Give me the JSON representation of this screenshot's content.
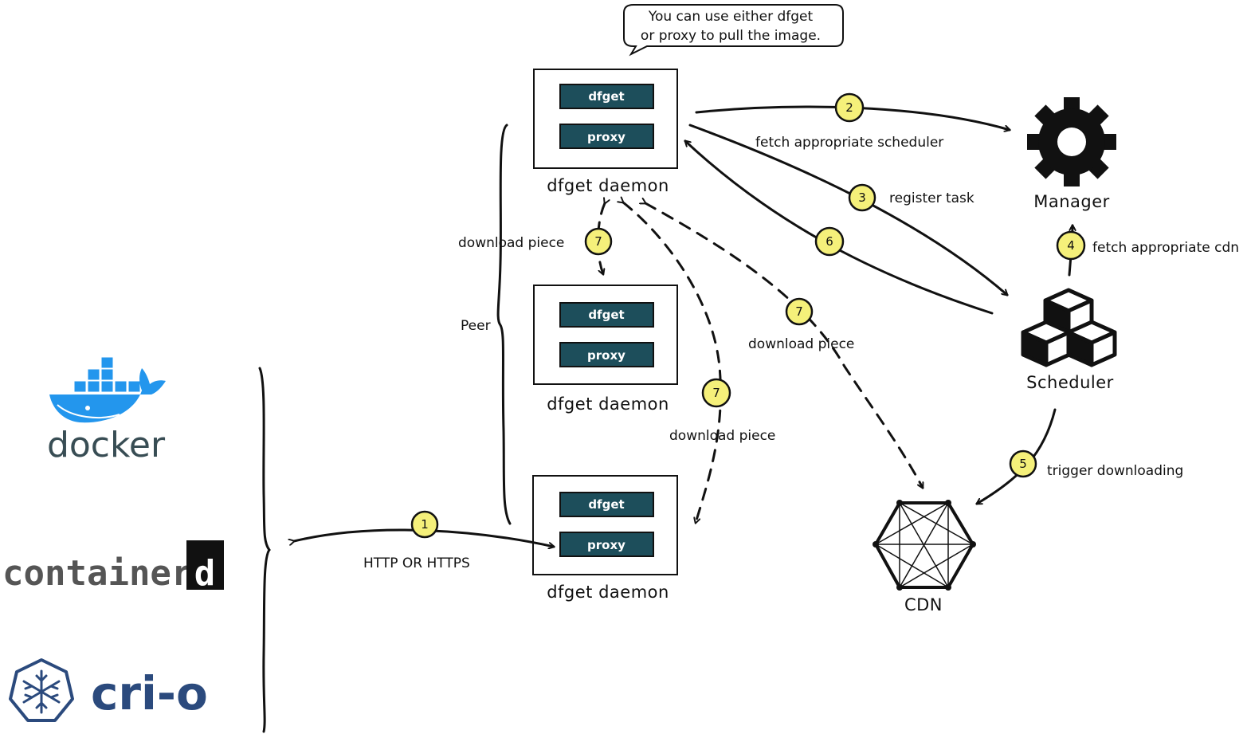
{
  "speech_bubble": {
    "line1": "You can use either dfget",
    "line2": "or proxy to pull the image."
  },
  "daemons": [
    {
      "dfget_label": "dfget",
      "proxy_label": "proxy",
      "caption": "dfget daemon"
    },
    {
      "dfget_label": "dfget",
      "proxy_label": "proxy",
      "caption": "dfget daemon"
    },
    {
      "dfget_label": "dfget",
      "proxy_label": "proxy",
      "caption": "dfget daemon"
    }
  ],
  "peer_label": "Peer",
  "nodes": {
    "manager": "Manager",
    "scheduler": "Scheduler",
    "cdn": "CDN"
  },
  "steps": {
    "s1": {
      "num": "1",
      "label": "HTTP OR HTTPS"
    },
    "s2": {
      "num": "2",
      "label": "fetch appropriate scheduler"
    },
    "s3": {
      "num": "3",
      "label": "register task"
    },
    "s4": {
      "num": "4",
      "label": "fetch appropriate cdn"
    },
    "s5": {
      "num": "5",
      "label": "trigger downloading"
    },
    "s6": {
      "num": "6"
    },
    "s7a": {
      "num": "7",
      "label": "download piece"
    },
    "s7b": {
      "num": "7",
      "label": "download piece"
    },
    "s7c": {
      "num": "7",
      "label": "download piece"
    }
  },
  "runtimes": {
    "docker": "docker",
    "containerd": "container",
    "containerd_d": "d",
    "crio": "cri-o"
  },
  "colors": {
    "button_fill": "#1d4e5b",
    "step_badge": "#f5f07a",
    "docker_blue": "#2396ed",
    "crio_blue": "#2b4a7d"
  },
  "icons": {
    "manager": "gear-icon",
    "scheduler": "cubes-icon",
    "cdn": "network-hexagon-icon",
    "docker": "docker-whale-icon",
    "crio": "crio-snowflake-icon"
  }
}
